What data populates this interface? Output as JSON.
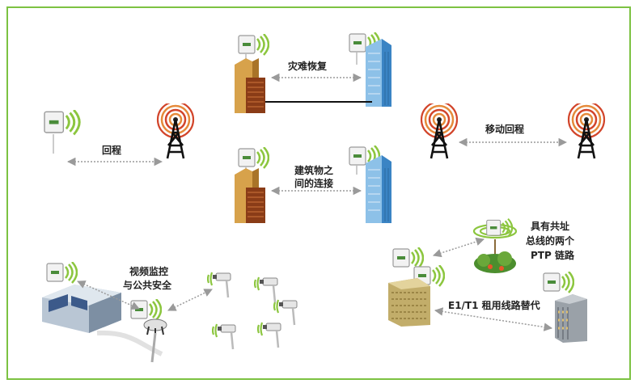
{
  "colors": {
    "frame": "#7cc242",
    "wave_green": "#8cc63f",
    "wave_red": "#d2452b",
    "wave_orange": "#e58a3a",
    "link_arrow": "#9a9a9a",
    "building_tan": "#c9913a",
    "building_blue": "#4f9bd6"
  },
  "labels": {
    "disaster_recovery": "灾难恢复",
    "backhaul": "回程",
    "mobile_backhaul": "移动回程",
    "building_connection_line1": "建筑物之",
    "building_connection_line2": "间的连接",
    "colocated_line1": "具有共址",
    "colocated_line2": "总线的两个",
    "colocated_line3": "PTP 链路",
    "video_line1": "视频监控",
    "video_line2": "与公共安全",
    "leased_line": "E1/T1 租用线路替代"
  },
  "icons": [
    "wireless-radio-icon",
    "cell-tower-icon",
    "office-building-icon",
    "cctv-camera-icon",
    "tree-icon",
    "control-room-icon"
  ]
}
